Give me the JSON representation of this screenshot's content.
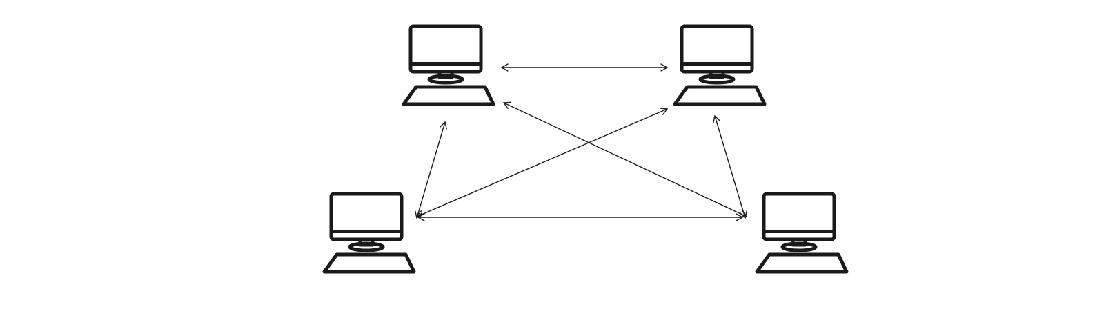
{
  "diagram": {
    "nodes": [
      {
        "id": "top-left",
        "icon": "desktop-computer-icon"
      },
      {
        "id": "top-right",
        "icon": "desktop-computer-icon"
      },
      {
        "id": "bottom-left",
        "icon": "desktop-computer-icon"
      },
      {
        "id": "bottom-right",
        "icon": "desktop-computer-icon"
      }
    ],
    "connections": [
      {
        "from": "top-left",
        "to": "top-right",
        "direction": "bidirectional"
      },
      {
        "from": "top-left",
        "to": "bottom-left",
        "direction": "bidirectional"
      },
      {
        "from": "top-left",
        "to": "bottom-right",
        "direction": "bidirectional"
      },
      {
        "from": "top-right",
        "to": "bottom-left",
        "direction": "bidirectional"
      },
      {
        "from": "top-right",
        "to": "bottom-right",
        "direction": "bidirectional"
      },
      {
        "from": "bottom-left",
        "to": "bottom-right",
        "direction": "bidirectional"
      }
    ],
    "colors": {
      "stroke": "#1a1a1a",
      "background": "#ffffff"
    }
  }
}
